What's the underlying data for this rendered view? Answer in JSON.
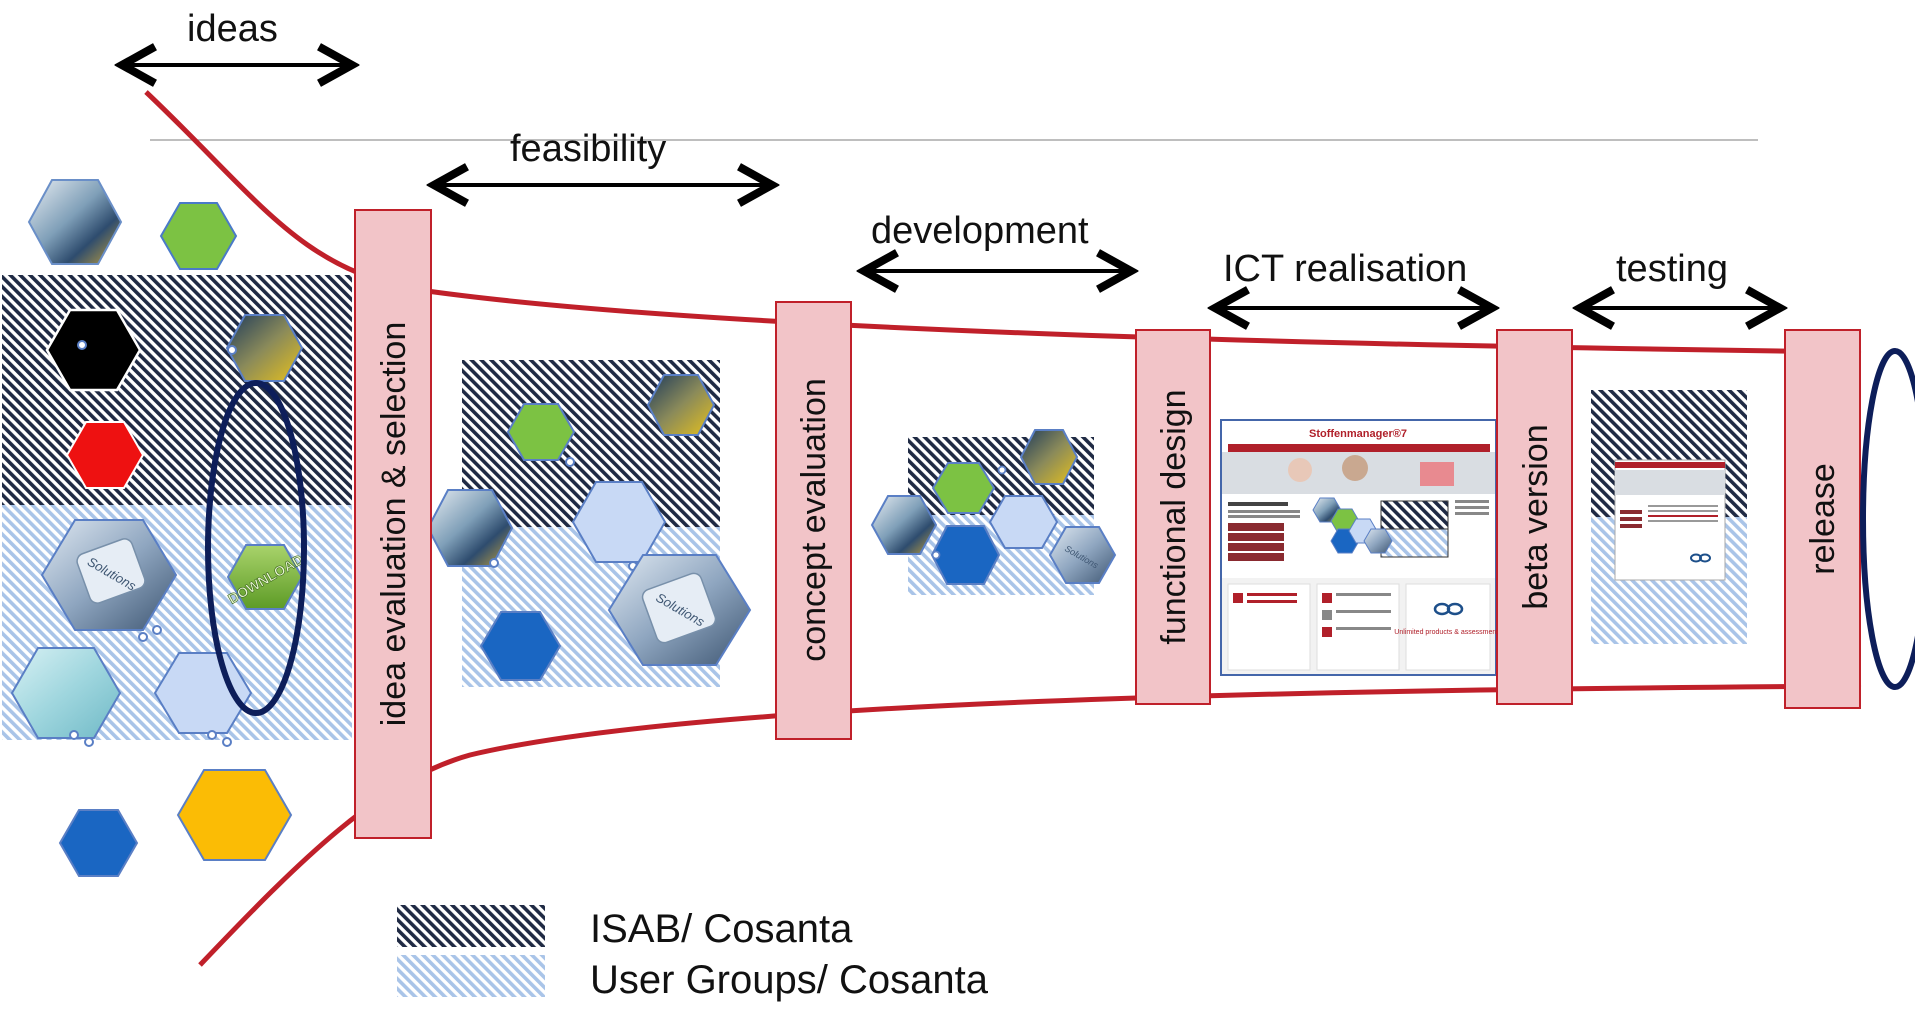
{
  "phases": {
    "ideas": "ideas",
    "feasibility": "feasibility",
    "development": "development",
    "ict_realisation": "ICT realisation",
    "testing": "testing"
  },
  "gates": {
    "idea_evaluation": "idea evaluation & selection",
    "concept_evaluation": "concept evaluation",
    "functional_design": "functional design",
    "beta_version": "beta version",
    "release": "release"
  },
  "legend": {
    "isab": "ISAB/ Cosanta",
    "user_groups": "User Groups/ Cosanta"
  },
  "hexagon_texts": {
    "solutions": "Solutions",
    "download": "DOWNLOAD"
  },
  "screenshot": {
    "brand": "Stoffenmanager®7",
    "unlimited": "Unlimited products & assessments"
  },
  "colors": {
    "funnel_red": "#c0202a",
    "gate_fill": "#f2c4c8",
    "gate_stroke": "#c0202a",
    "ellipse_navy": "#0d1e5a",
    "hatch_dark": "#1f2a44",
    "hatch_light": "#a9c4e8",
    "hex_green": "#7cc243",
    "hex_blue": "#1a66c2",
    "hex_lightblue": "#c8d9f5",
    "hex_red": "#ee1111",
    "hex_orange": "#fbbc05",
    "hex_black": "#000000"
  }
}
